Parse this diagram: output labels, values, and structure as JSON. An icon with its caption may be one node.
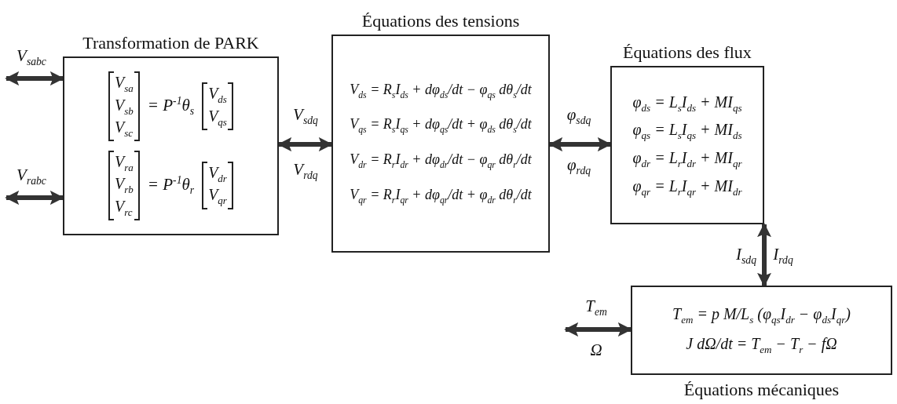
{
  "diagram": {
    "nodes": [
      {
        "text": [
          "Transformation de PARK",
          "V$_{sa}$ V$_{sb}$ V$_{sc}$",
          "= P$^{-1}$θ$_{s}$",
          "V$_{ds}$ V$_{qs}$",
          "V$_{ra}$ V$_{rb}$ V$_{rc}$",
          "= P$^{-1}$θ$_{r}$",
          "V$_{dr}$ V$_{qr}$"
        ]
      },
      {
        "text": [
          "Équations des tensions",
          "V$_{ds}$ = R$_{s}$I$_{ds}$ + dφ$_{ds}$/dt − φ$_{qs}$ dθ$_{s}$/dt",
          "V$_{qs}$ = R$_{s}$I$_{qs}$ + dφ$_{qs}$/dt + φ$_{ds}$ dθ$_{s}$/dt",
          "V$_{dr}$ = R$_{r}$I$_{dr}$ + dφ$_{dr}$/dt − φ$_{qr}$ dθ$_{r}$/dt",
          "V$_{qr}$ = R$_{r}$I$_{qr}$ + dφ$_{qr}$/dt + φ$_{dr}$ dθ$_{r}$/dt"
        ]
      },
      {
        "text": [
          "Équations des flux",
          "φ$_{ds}$ = L$_{s}$I$_{ds}$ + MI$_{qs}$",
          "φ$_{qs}$ = L$_{s}$I$_{qs}$ + MI$_{ds}$",
          "φ$_{dr}$ = L$_{r}$I$_{dr}$ + MI$_{qr}$",
          "φ$_{qr}$ = L$_{r}$I$_{qr}$ + MI$_{dr}$"
        ]
      },
      {
        "text": [
          "T$_{em}$ = p M/L$_{s}$ (φ$_{qs}$I$_{dr}$ − φ$_{ds}$I$_{qr}$)",
          "J dΩ/dt = T$_{em}$ − T$_{r}$ − fΩ",
          "Équations mécaniques"
        ]
      }
    ],
    "edges": [
      {
        "from": null,
        "to": 0,
        "arrow": "both",
        "label": "V$_{sabc}$"
      },
      {
        "from": null,
        "to": 0,
        "arrow": "both",
        "label": "V$_{rabc}$"
      },
      {
        "from": 0,
        "to": 1,
        "arrow": "both"
      },
      {
        "from": 1,
        "to": 2,
        "arrow": "both"
      },
      {
        "from": 2,
        "to": 3,
        "arrow": "both"
      },
      {
        "from": null,
        "to": 3,
        "arrow": "both"
      }
    ],
    "labels": [
      "V$_{sdq}$",
      "V$_{rdq}$",
      "φ$_{sdq}$",
      "φ$_{rdq}$",
      "I$_{sdq}$",
      "I$_{rdq}$",
      "T$_{em}$",
      "Ω"
    ]
  }
}
